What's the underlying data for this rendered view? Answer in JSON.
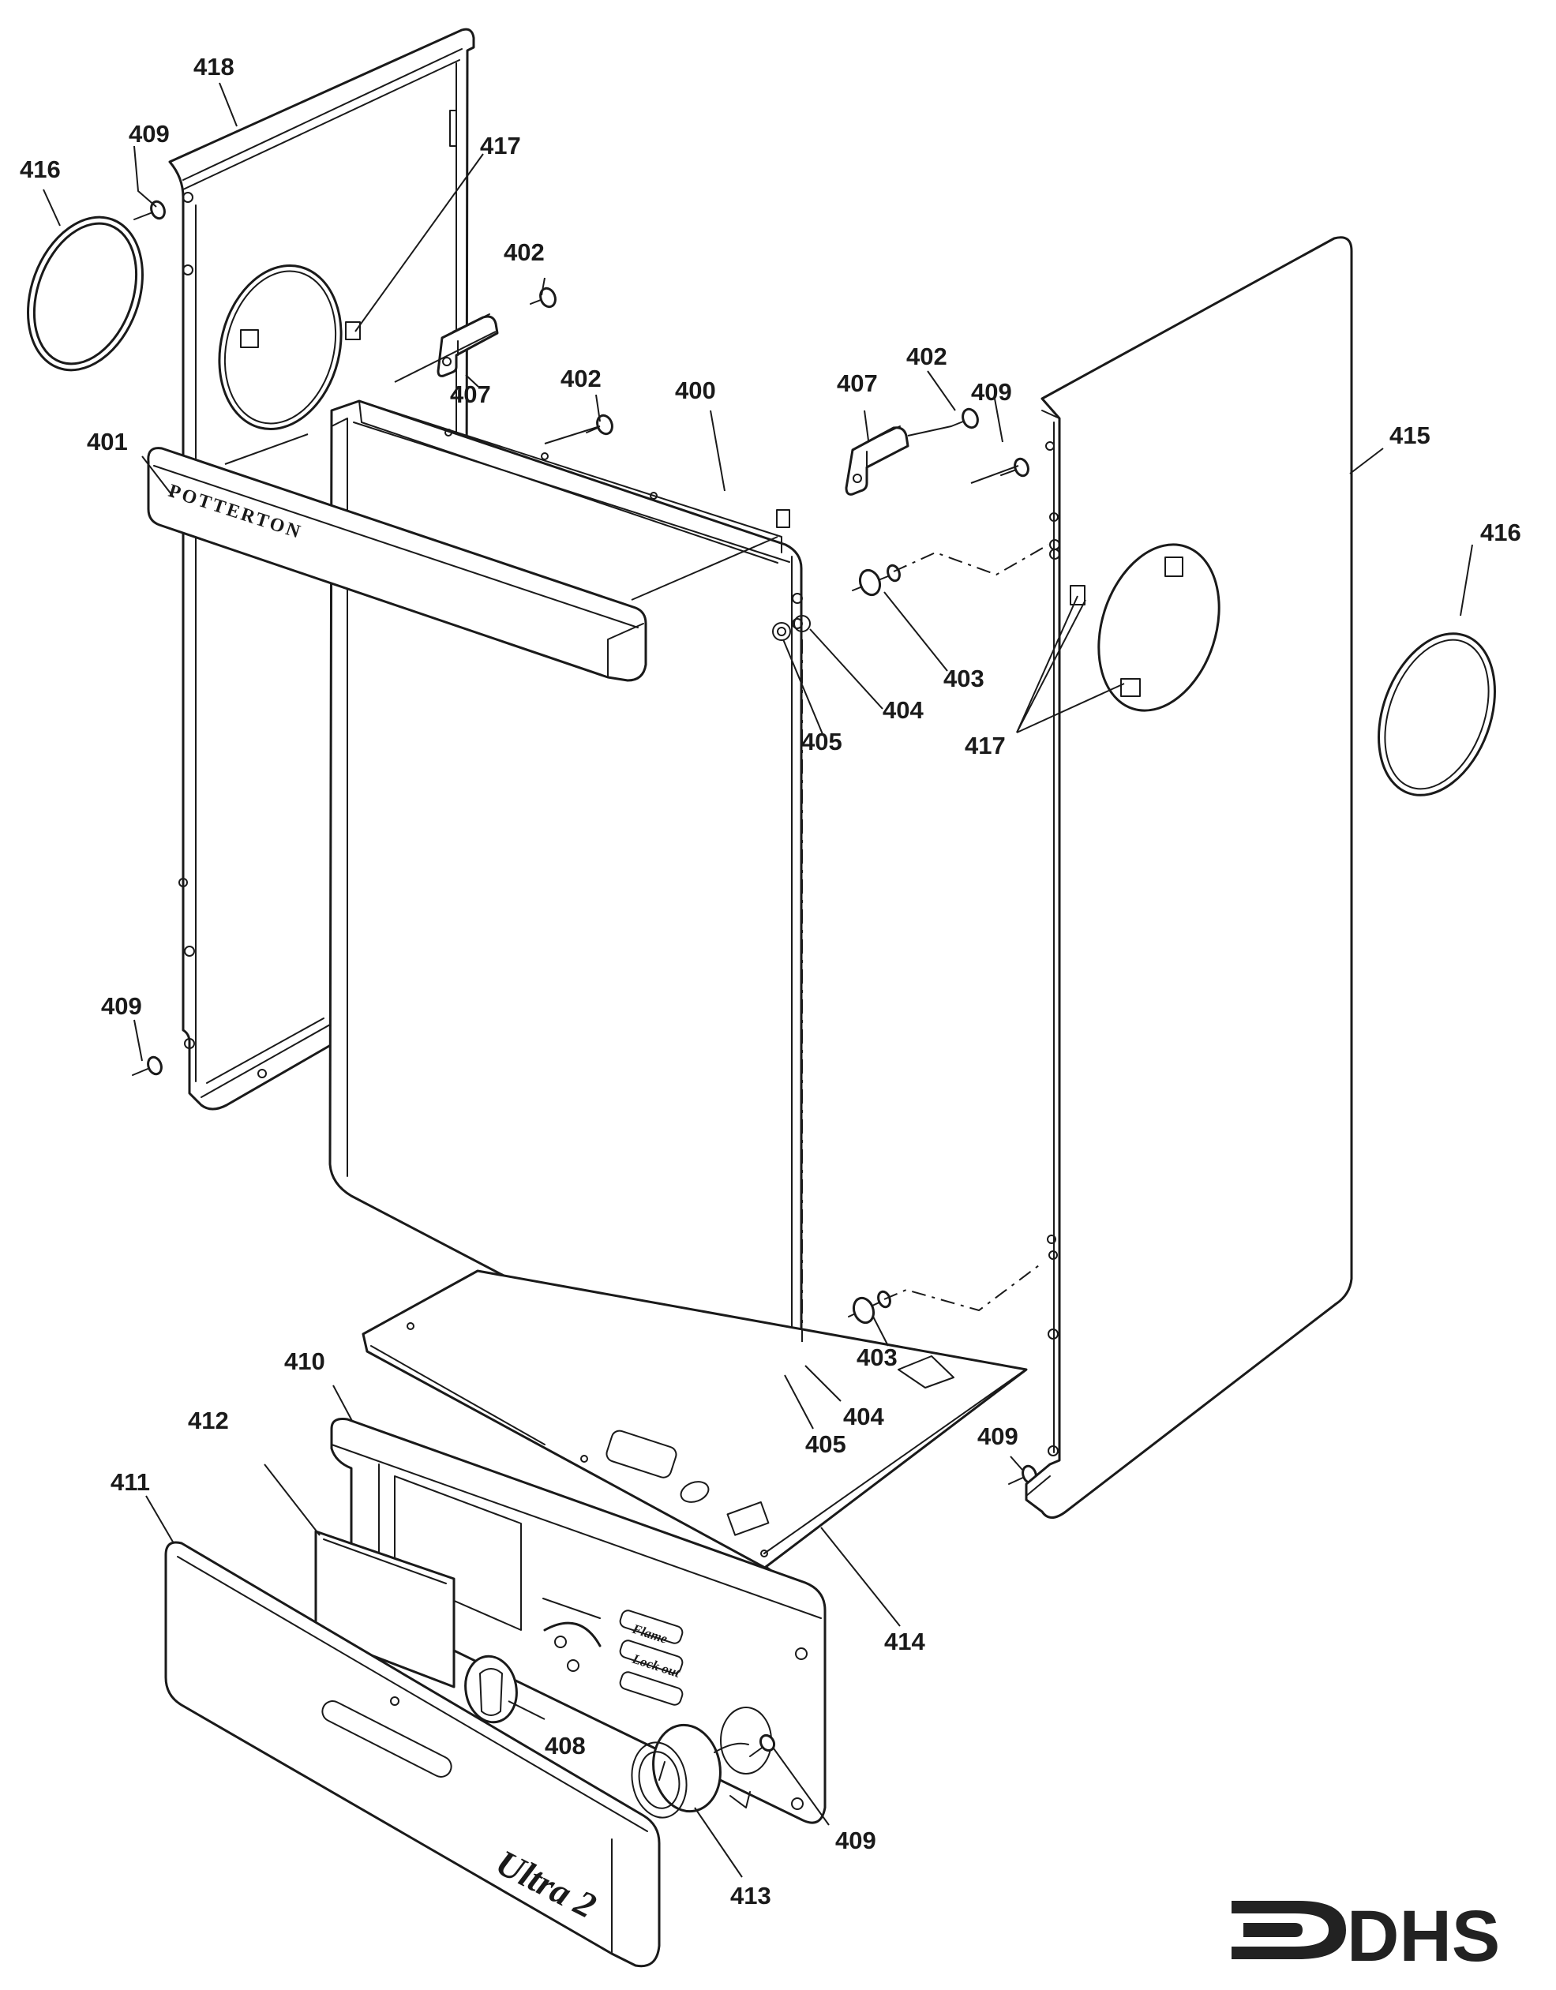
{
  "labels": {
    "l400": "400",
    "l401": "401",
    "l402a": "402",
    "l402b": "402",
    "l402c": "402",
    "l403a": "403",
    "l403b": "403",
    "l404a": "404",
    "l404b": "404",
    "l405a": "405",
    "l405b": "405",
    "l407a": "407",
    "l407b": "407",
    "l408": "408",
    "l409a": "409",
    "l409b": "409",
    "l409c": "409",
    "l409d": "409",
    "l409e": "409",
    "l410": "410",
    "l411": "411",
    "l412": "412",
    "l413": "413",
    "l414": "414",
    "l415": "415",
    "l416a": "416",
    "l416b": "416",
    "l417a": "417",
    "l417b": "417",
    "l418": "418"
  },
  "branding": {
    "front_badge": "POTTERTON",
    "model_badge": "Ultra 2",
    "flame_label": "Flame",
    "lockout_label": "Lock out"
  },
  "watermark": {
    "logo_text": "DHS"
  },
  "colors": {
    "line": "#1a1a1a",
    "background": "#ffffff",
    "logo": "#222222"
  }
}
